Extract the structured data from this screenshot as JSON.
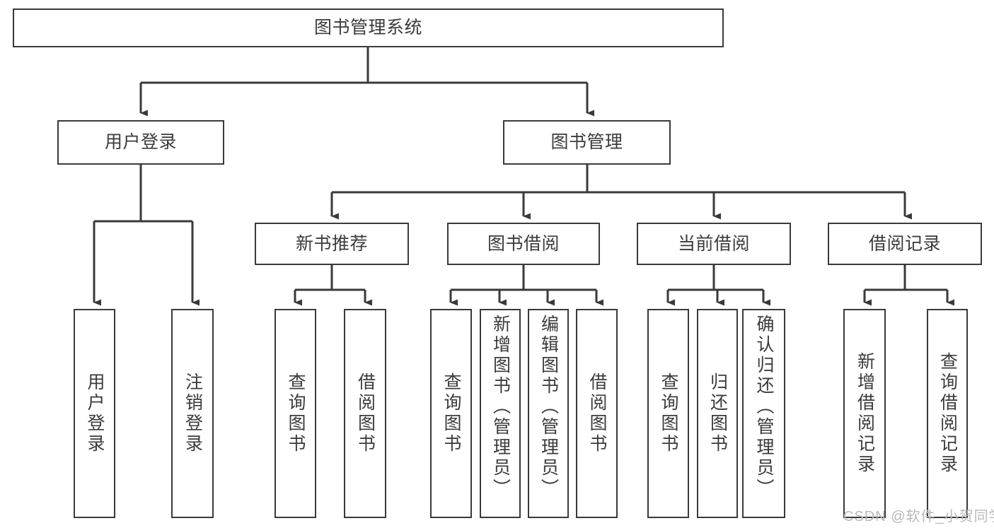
{
  "diagram": {
    "title": "图书管理系统",
    "type": "hierarchy-tree",
    "background_color": "#ffffff",
    "box_border_color": "#3a3a3a",
    "text_color": "#3b3b3b",
    "connector_color": "#3a3a3a"
  },
  "nodes": {
    "root": {
      "label": "图书管理系统",
      "level": 1,
      "orientation": "horizontal"
    },
    "level2": [
      {
        "id": "user-login",
        "label": "用户登录",
        "orientation": "horizontal"
      },
      {
        "id": "book-manage",
        "label": "图书管理",
        "orientation": "horizontal"
      }
    ],
    "level3": [
      {
        "id": "new-book-recommend",
        "label": "新书推荐",
        "orientation": "horizontal"
      },
      {
        "id": "book-borrow",
        "label": "图书借阅",
        "orientation": "horizontal"
      },
      {
        "id": "current-borrow",
        "label": "当前借阅",
        "orientation": "horizontal"
      },
      {
        "id": "borrow-record",
        "label": "借阅记录",
        "orientation": "horizontal"
      }
    ],
    "leaves": [
      {
        "id": "leaf-user-login",
        "label": "用户登录",
        "parent": "user-login",
        "orientation": "vertical"
      },
      {
        "id": "leaf-logout-login",
        "label": "注销登录",
        "parent": "user-login",
        "orientation": "vertical"
      },
      {
        "id": "leaf-query-book-1",
        "label": "查询图书",
        "parent": "new-book-recommend",
        "orientation": "vertical"
      },
      {
        "id": "leaf-borrow-book-1",
        "label": "借阅图书",
        "parent": "new-book-recommend",
        "orientation": "vertical"
      },
      {
        "id": "leaf-query-book-2",
        "label": "查询图书",
        "parent": "book-borrow",
        "orientation": "vertical"
      },
      {
        "id": "leaf-add-book",
        "label": "新增图书（管理员）",
        "parent": "book-borrow",
        "orientation": "vertical"
      },
      {
        "id": "leaf-edit-book",
        "label": "编辑图书（管理员）",
        "parent": "book-borrow",
        "orientation": "vertical"
      },
      {
        "id": "leaf-borrow-book-2",
        "label": "借阅图书",
        "parent": "book-borrow",
        "orientation": "vertical"
      },
      {
        "id": "leaf-query-book-3",
        "label": "查询图书",
        "parent": "current-borrow",
        "orientation": "vertical"
      },
      {
        "id": "leaf-return-book",
        "label": "归还图书",
        "parent": "current-borrow",
        "orientation": "vertical"
      },
      {
        "id": "leaf-confirm-return",
        "label": "确认归还（管理员）",
        "parent": "current-borrow",
        "orientation": "vertical"
      },
      {
        "id": "leaf-add-record",
        "label": "新增借阅记录",
        "parent": "borrow-record",
        "orientation": "vertical"
      },
      {
        "id": "leaf-query-record",
        "label": "查询借阅记录",
        "parent": "borrow-record",
        "orientation": "vertical"
      }
    ]
  },
  "watermark": {
    "text": "CSDN @软件_小贺同学",
    "color": "#b9b9b9"
  }
}
